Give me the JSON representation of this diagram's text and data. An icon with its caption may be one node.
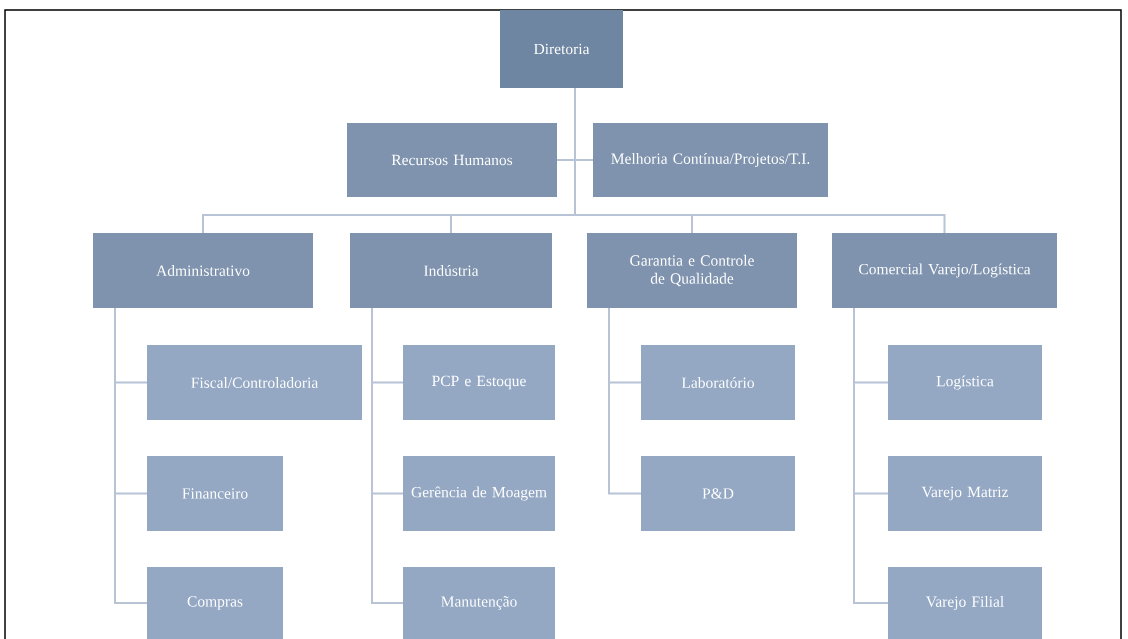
{
  "diagram": {
    "nodes": [
      {
        "text": [
          "Diretoria"
        ]
      },
      {
        "text": [
          "Recursos Humanos"
        ]
      },
      {
        "text": [
          "Melhoria Contínua/Projetos/T.I."
        ]
      },
      {
        "text": [
          "Administrativo"
        ]
      },
      {
        "text": [
          "Indústria"
        ]
      },
      {
        "text": [
          "Garantia e Controle de Qualidade"
        ]
      },
      {
        "text": [
          "Comercial Varejo/Logística"
        ]
      },
      {
        "text": [
          "Fiscal/Controladoria"
        ]
      },
      {
        "text": [
          "Financeiro"
        ]
      },
      {
        "text": [
          "Compras"
        ]
      },
      {
        "text": [
          "PCP e Estoque"
        ]
      },
      {
        "text": [
          "Gerência de Moagem"
        ]
      },
      {
        "text": [
          "Manutenção"
        ]
      },
      {
        "text": [
          "Laboratório"
        ]
      },
      {
        "text": [
          "P&D"
        ]
      },
      {
        "text": [
          "Logística"
        ]
      },
      {
        "text": [
          "Varejo Matriz"
        ]
      },
      {
        "text": [
          "Varejo Filial"
        ]
      }
    ],
    "edges": [
      {
        "from": 0,
        "to": 1,
        "arrow": "none"
      },
      {
        "from": 0,
        "to": 2,
        "arrow": "none"
      },
      {
        "from": 0,
        "to": 3,
        "arrow": "none"
      },
      {
        "from": 0,
        "to": 4,
        "arrow": "none"
      },
      {
        "from": 0,
        "to": 5,
        "arrow": "none"
      },
      {
        "from": 0,
        "to": 6,
        "arrow": "none"
      },
      {
        "from": 3,
        "to": 7,
        "arrow": "none"
      },
      {
        "from": 3,
        "to": 8,
        "arrow": "none"
      },
      {
        "from": 3,
        "to": 9,
        "arrow": "none"
      },
      {
        "from": 4,
        "to": 10,
        "arrow": "none"
      },
      {
        "from": 4,
        "to": 11,
        "arrow": "none"
      },
      {
        "from": 4,
        "to": 12,
        "arrow": "none"
      },
      {
        "from": 5,
        "to": 13,
        "arrow": "none"
      },
      {
        "from": 5,
        "to": 14,
        "arrow": "none"
      },
      {
        "from": 6,
        "to": 15,
        "arrow": "none"
      },
      {
        "from": 6,
        "to": 16,
        "arrow": "none"
      },
      {
        "from": 6,
        "to": 17,
        "arrow": "none"
      }
    ]
  }
}
